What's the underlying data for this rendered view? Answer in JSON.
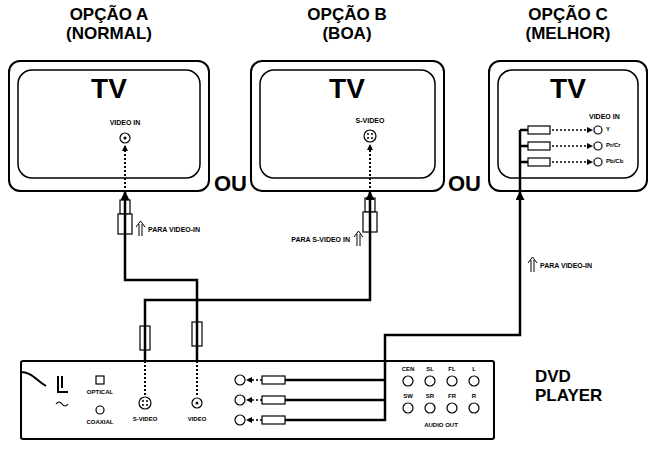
{
  "diagram": {
    "nodes": [
      {
        "text": [
          "OPÇÃO A (NORMAL)",
          "TV",
          "VIDEO IN"
        ]
      },
      {
        "text": [
          "OPÇÃO B (BOA)",
          "TV",
          "S-VIDEO"
        ]
      },
      {
        "text": [
          "OPÇÃO C (MELHOR)",
          "TV",
          "VIDEO IN",
          "Y",
          "Pr/Cr",
          "Pb/Cb"
        ]
      },
      {
        "text": [
          "DVD PLAYER",
          "S-VIDEO",
          "VIDEO",
          "OPTICAL",
          "COAXIAL",
          "CEN",
          "SL",
          "FL",
          "L",
          "SW",
          "SR",
          "FR",
          "R",
          "AUDIO OUT"
        ]
      }
    ],
    "edges": [
      {
        "from": 3,
        "to": 0,
        "arrow": "to"
      },
      {
        "from": 3,
        "to": 1,
        "arrow": "to"
      },
      {
        "from": 3,
        "to": 2,
        "arrow": "to"
      }
    ],
    "labels": [
      "OU",
      "OU",
      "PARA VIDEO-IN",
      "PARA S-VIDEO IN",
      "PARA VIDEO-IN"
    ]
  }
}
